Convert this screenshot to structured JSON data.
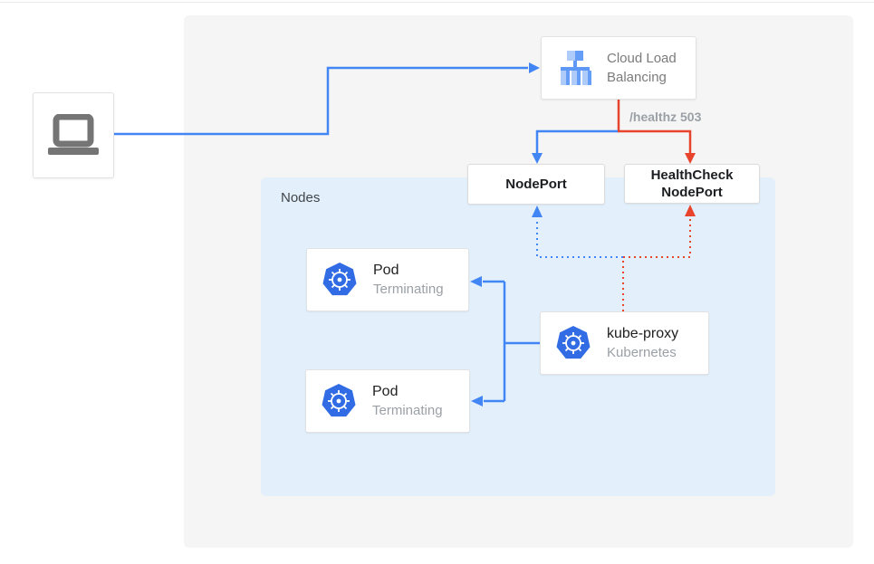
{
  "diagram": {
    "nodes_region": {
      "label": "Nodes"
    },
    "client": {
      "icon": "laptop-icon"
    },
    "cloud_load_balancing": {
      "title_line1": "Cloud Load",
      "title_line2": "Balancing"
    },
    "healthz_label": "/healthz 503",
    "nodeport": {
      "label": "NodePort"
    },
    "healthcheck_nodeport": {
      "line1": "HealthCheck",
      "line2": "NodePort"
    },
    "kube_proxy": {
      "title": "kube-proxy",
      "subtitle": "Kubernetes"
    },
    "pods": [
      {
        "title": "Pod",
        "status": "Terminating"
      },
      {
        "title": "Pod",
        "status": "Terminating"
      }
    ],
    "colors": {
      "traffic_blue": "#4285f4",
      "health_red": "#e8432c",
      "nodes_bg": "#e3f0fc",
      "panel_bg": "#f5f5f5",
      "kubernetes_blue": "#326ce5",
      "icon_gray": "#757575",
      "text_dark": "#212121",
      "text_gray": "#9aa0a6"
    }
  }
}
